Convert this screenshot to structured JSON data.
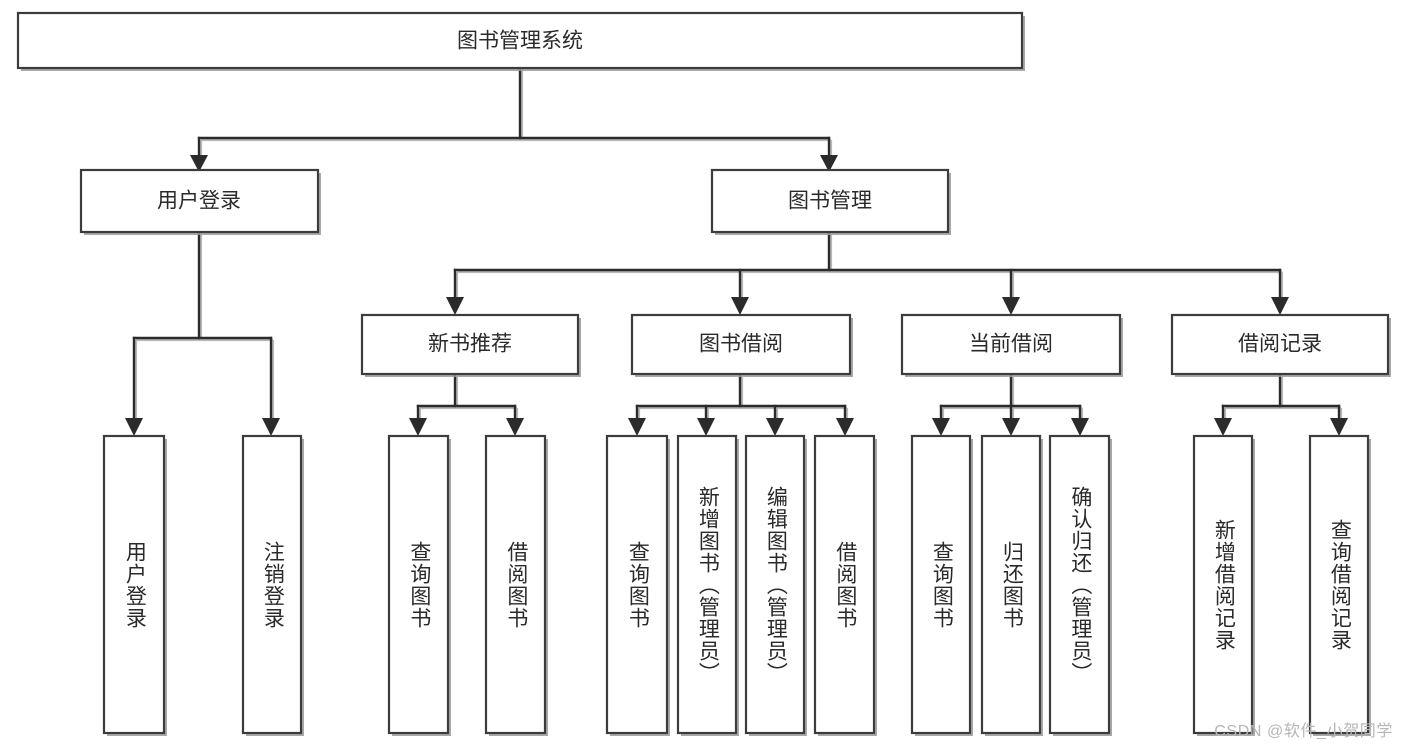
{
  "diagram": {
    "title": "图书管理系统",
    "type": "tree-hierarchy",
    "root": {
      "id": "root",
      "label": "图书管理系统"
    },
    "level2": [
      {
        "id": "user-login",
        "label": "用户登录"
      },
      {
        "id": "book-manage",
        "label": "图书管理"
      }
    ],
    "level3": [
      {
        "id": "new-book-rec",
        "label": "新书推荐",
        "parent": "book-manage"
      },
      {
        "id": "book-borrow",
        "label": "图书借阅",
        "parent": "book-manage"
      },
      {
        "id": "current-borrow",
        "label": "当前借阅",
        "parent": "book-manage"
      },
      {
        "id": "borrow-record",
        "label": "借阅记录",
        "parent": "book-manage"
      }
    ],
    "leaves": [
      {
        "id": "leaf-user-login",
        "label": "用户登录",
        "parent": "user-login"
      },
      {
        "id": "leaf-logout",
        "label": "注销登录",
        "parent": "user-login"
      },
      {
        "id": "leaf-query-book-1",
        "label": "查询图书",
        "parent": "new-book-rec"
      },
      {
        "id": "leaf-borrow-book-1",
        "label": "借阅图书",
        "parent": "new-book-rec"
      },
      {
        "id": "leaf-query-book-2",
        "label": "查询图书",
        "parent": "book-borrow"
      },
      {
        "id": "leaf-add-book",
        "label": "新增图书（管理员）",
        "parent": "book-borrow"
      },
      {
        "id": "leaf-edit-book",
        "label": "编辑图书（管理员）",
        "parent": "book-borrow"
      },
      {
        "id": "leaf-borrow-book-2",
        "label": "借阅图书",
        "parent": "book-borrow"
      },
      {
        "id": "leaf-query-book-3",
        "label": "查询图书",
        "parent": "current-borrow"
      },
      {
        "id": "leaf-return-book",
        "label": "归还图书",
        "parent": "current-borrow"
      },
      {
        "id": "leaf-confirm-return",
        "label": "确认归还（管理员）",
        "parent": "current-borrow"
      },
      {
        "id": "leaf-add-record",
        "label": "新增借阅记录",
        "parent": "borrow-record"
      },
      {
        "id": "leaf-query-record",
        "label": "查询借阅记录",
        "parent": "borrow-record"
      }
    ],
    "colors": {
      "box_fill": "#ffffff",
      "box_stroke": "#3c3c3c",
      "edge": "#2b2b2b",
      "text": "#2a2a2a",
      "watermark": "#b6b6b6",
      "background": "#ffffff"
    }
  },
  "watermark": {
    "text": "CSDN @软件_小贺同学"
  }
}
